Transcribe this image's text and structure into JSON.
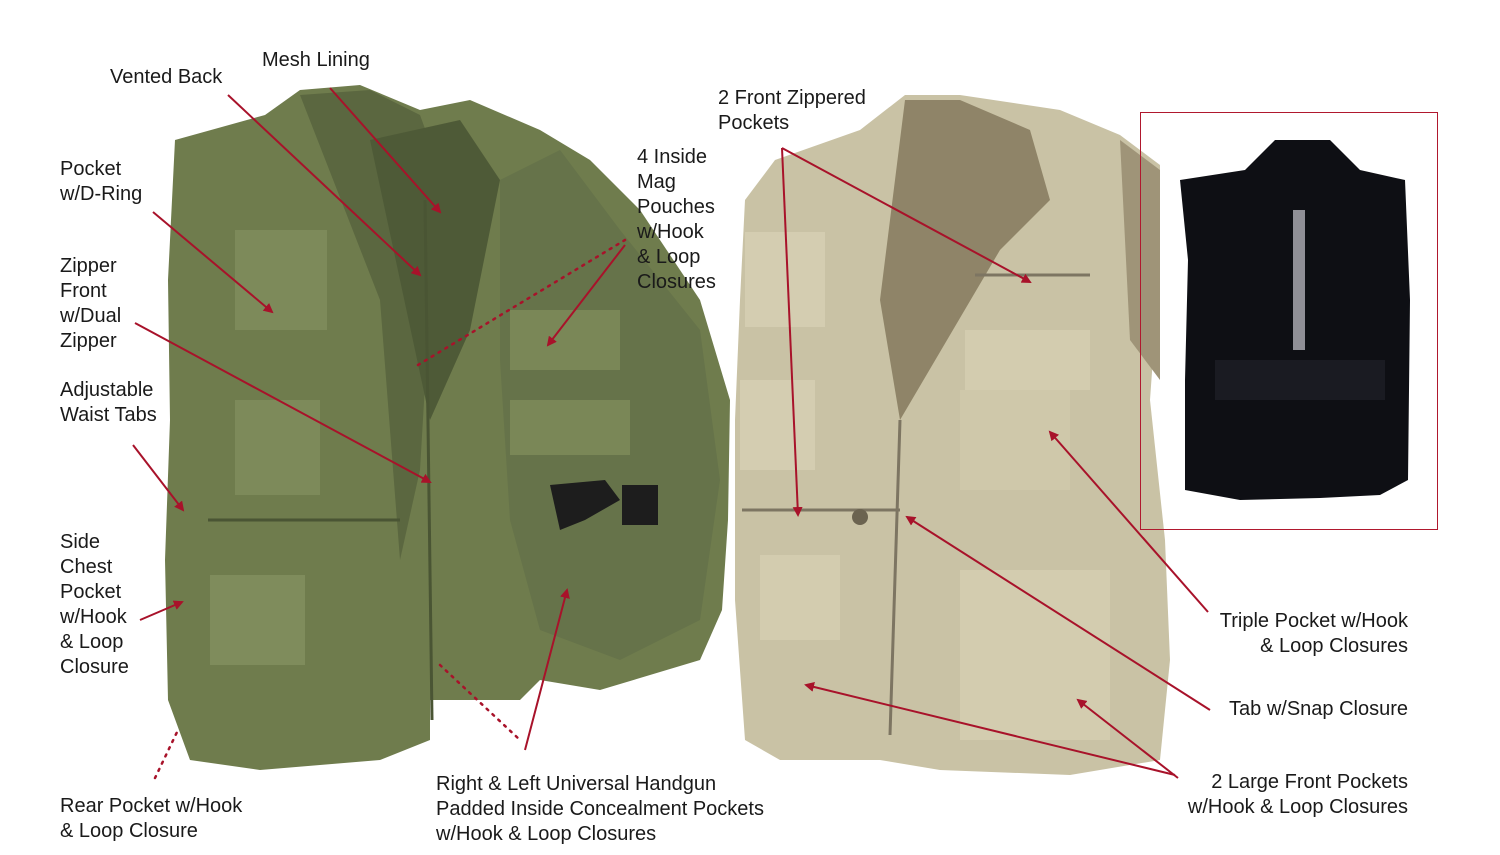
{
  "colors": {
    "callout": "#a8122a",
    "olive_vest": "#6e7b4c",
    "khaki_vest": "#c9c2a5",
    "black_vest": "#0e0f14"
  },
  "images": {
    "olive_vest": "olive vest photo",
    "khaki_vest": "khaki vest photo",
    "black_vest": "black vest photo"
  },
  "labels": {
    "vented_back": "Vented Back",
    "mesh_lining": "Mesh Lining",
    "pocket_d_ring": "Pocket\nw/D-Ring",
    "zipper_front": "Zipper\nFront\nw/Dual\nZipper",
    "waist_tabs": "Adjustable\nWaist Tabs",
    "side_chest_pocket": "Side\nChest\nPocket\nw/Hook\n& Loop\nClosure",
    "rear_pocket": "Rear Pocket w/Hook\n& Loop Closure",
    "mag_pouches": "4 Inside\nMag\nPouches\nw/Hook\n& Loop\nClosures",
    "handgun_pockets": "Right & Left Universal Handgun\nPadded Inside Concealment Pockets\nw/Hook & Loop Closures",
    "front_zippered": "2 Front Zippered\nPockets",
    "triple_pocket": "Triple Pocket w/Hook\n& Loop Closures",
    "tab_snap": "Tab w/Snap Closure",
    "large_front": "2 Large Front Pockets\nw/Hook & Loop Closures"
  }
}
